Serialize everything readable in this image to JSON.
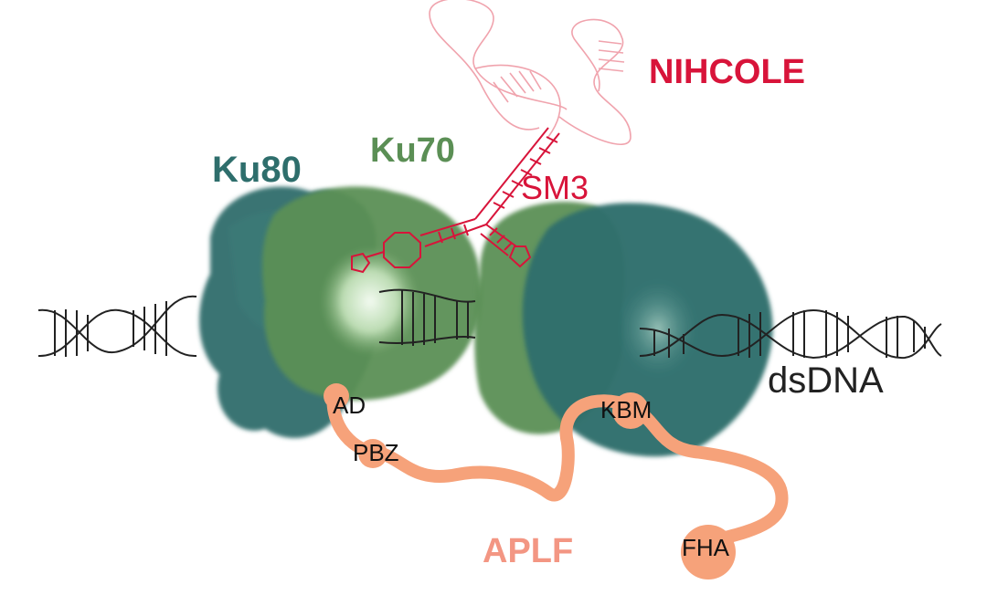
{
  "labels": {
    "ku80": "Ku80",
    "ku70": "Ku70",
    "nihcole": "NIHCOLE",
    "sm3": "SM3",
    "dsdna": "dsDNA",
    "ad": "AD",
    "pbz": "PBZ",
    "kbm": "KBM",
    "fha": "FHA",
    "aplf": "APLF"
  },
  "colors": {
    "ku80": "#2e6e6c",
    "ku70": "#5b8f55",
    "ku70_light": "#b9d9b0",
    "nihcole": "#d8143a",
    "nihcole_faint": "#f0a3ad",
    "aplf": "#f6a27a",
    "aplf_label": "#f39683",
    "dna": "#222222",
    "text": "#111111"
  },
  "icons": {
    "protein": "blob-shape",
    "dna": "double-helix",
    "rna": "stem-loop"
  }
}
